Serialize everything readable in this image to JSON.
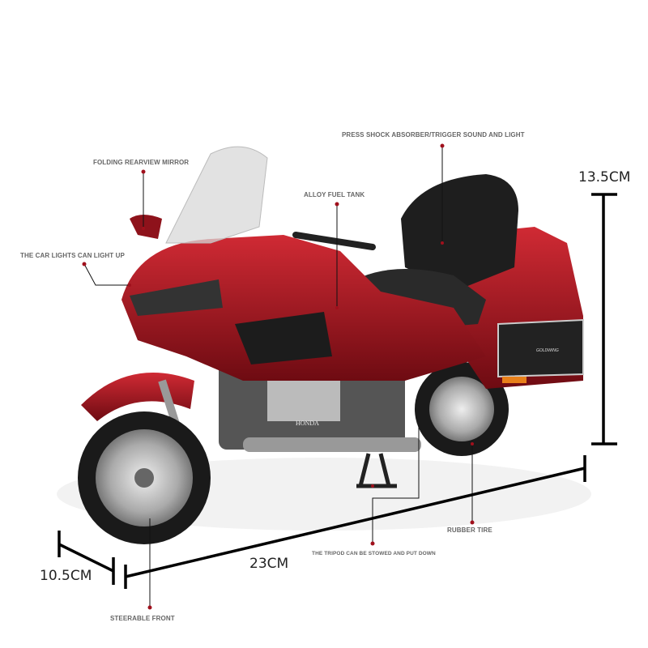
{
  "callouts": {
    "shock": "PRESS SHOCK ABSORBER/TRIGGER SOUND AND LIGHT",
    "mirror": "FOLDING REARVIEW MIRROR",
    "tank": "ALLOY FUEL TANK",
    "lights": "THE CAR LIGHTS CAN LIGHT UP",
    "tire": "RUBBER TIRE",
    "tripod": "THE TRIPOD CAN BE STOWED AND PUT DOWN",
    "front": "STEERABLE FRONT"
  },
  "dimensions": {
    "height": "13.5CM",
    "length": "23CM",
    "width": "10.5CM"
  },
  "product_marks": {
    "brand": "HONDA",
    "model": "GOLDWING"
  },
  "colors": {
    "body": "#9e1420",
    "accent": "#b2101c",
    "dot": "#a0101c",
    "line": "#111111"
  }
}
